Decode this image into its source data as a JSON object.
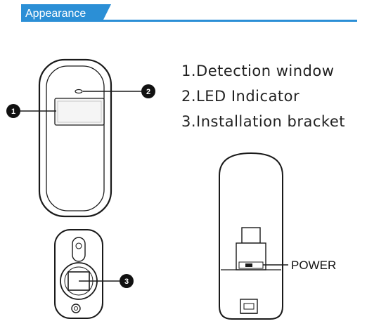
{
  "header": {
    "title": "Appearance",
    "accent_color": "#2b8fd6"
  },
  "legend": {
    "items": [
      "1.Detection window",
      "2.LED Indicator",
      "3.Installation bracket"
    ]
  },
  "callouts": {
    "c1": "1",
    "c2": "2",
    "c3": "3"
  },
  "back_view": {
    "power_label": "POWER"
  }
}
